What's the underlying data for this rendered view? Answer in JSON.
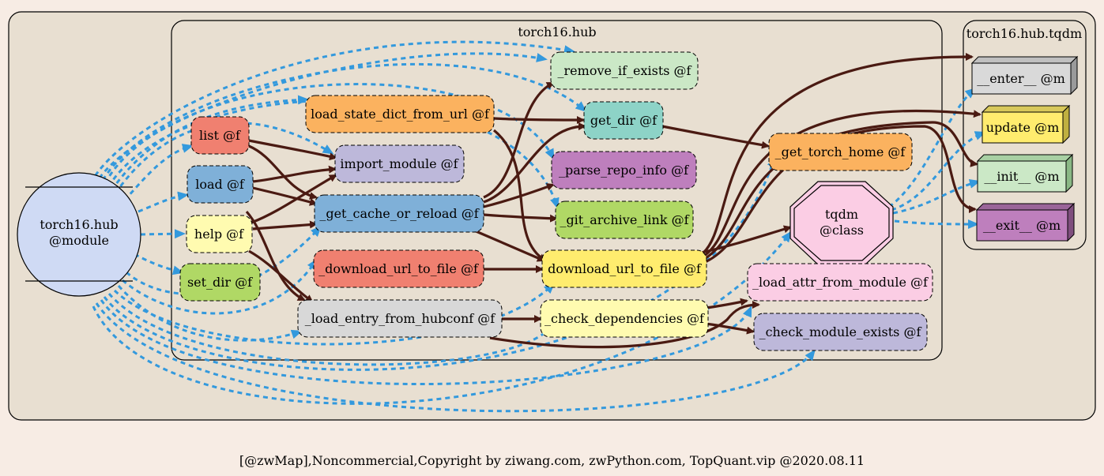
{
  "clusters": {
    "hub": "torch16.hub",
    "tqdm": "torch16.hub.tqdm"
  },
  "nodes": {
    "module": [
      "torch16.hub",
      "@module"
    ],
    "list": "list @f",
    "load": "load @f",
    "help": "help @f",
    "set_dir": "set_dir @f",
    "load_state_dict_from_url": "load_state_dict_from_url @f",
    "import_module": "import_module @f",
    "get_cache_or_reload": "_get_cache_or_reload @f",
    "download_url_to_file_priv": "_download_url_to_file @f",
    "load_entry_from_hubconf": "_load_entry_from_hubconf @f",
    "remove_if_exists": "_remove_if_exists @f",
    "get_dir": "get_dir @f",
    "parse_repo_info": "_parse_repo_info @f",
    "git_archive_link": "_git_archive_link @f",
    "download_url_to_file": "download_url_to_file @f",
    "check_dependencies": "_check_dependencies @f",
    "get_torch_home": "_get_torch_home @f",
    "tqdm": [
      "tqdm",
      "@class"
    ],
    "load_attr_from_module": "_load_attr_from_module @f",
    "check_module_exists": "_check_module_exists @f",
    "enter": "__enter__ @m",
    "update": "update @m",
    "init": "__init__ @m",
    "exit": "__exit__ @m"
  },
  "colors": {
    "background": "#f7ece4",
    "cluster_fill": "#e8dfd1",
    "call_edge": "#4a1a12",
    "reference_edge": "#3399dd",
    "module_node": "#cfdaf4"
  },
  "footer": "[@zwMap],Noncommercial,Copyright by ziwang.com, zwPython.com, TopQuant.vip @2020.08.11"
}
